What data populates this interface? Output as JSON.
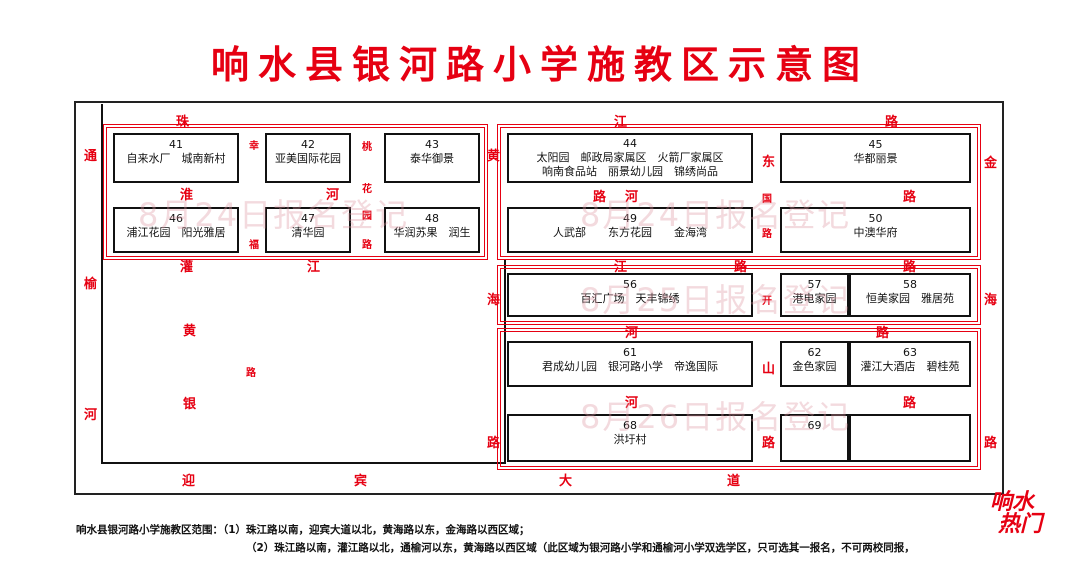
{
  "title": "响水县银河路小学施教区示意图",
  "lots": {
    "l41": {
      "num": "41",
      "names": "自来水厂　城南新村"
    },
    "l42": {
      "num": "42",
      "names": "亚美国际花园"
    },
    "l43": {
      "num": "43",
      "names": "泰华御景"
    },
    "l44": {
      "num": "44",
      "names": "太阳园　邮政局家属区　火箭厂家属区",
      "names2": "响南食品站　丽景幼儿园　锦绣尚品"
    },
    "l45": {
      "num": "45",
      "names": "华都丽景"
    },
    "l46": {
      "num": "46",
      "names": "浦江花园　阳光雅居"
    },
    "l47": {
      "num": "47",
      "names": "清华园"
    },
    "l48": {
      "num": "48",
      "names": "华润苏果　润生"
    },
    "l49": {
      "num": "49",
      "names": "人武部　　东方花园　　金海湾"
    },
    "l50": {
      "num": "50",
      "names": "中澳华府"
    },
    "l56": {
      "num": "56",
      "names": "百汇广场　天丰锦绣"
    },
    "l57": {
      "num": "57",
      "names": "港电家园"
    },
    "l58": {
      "num": "58",
      "names": "恒美家园　雅居苑"
    },
    "l61": {
      "num": "61",
      "names": "君成幼儿园　银河路小学　帝逸国际"
    },
    "l62": {
      "num": "62",
      "names": "金色家园"
    },
    "l63": {
      "num": "63",
      "names": "灌江大酒店　碧桂苑"
    },
    "l68": {
      "num": "68",
      "names": "洪圩村"
    },
    "l69": {
      "num": "69",
      "names": ""
    }
  },
  "roads": {
    "zhu": "珠",
    "jiang": "江",
    "lu": "路",
    "tong": "通",
    "yu": "榆",
    "he": "河",
    "huang": "黄",
    "hai": "海",
    "dong": "东",
    "jin": "金",
    "guan": "灌",
    "yin": "银",
    "ying": "迎",
    "bin": "宾",
    "da": "大",
    "dao": "道",
    "xing": "幸",
    "fu": "福",
    "tao": "桃",
    "hua": "花",
    "yuan": "园",
    "huai": "淮",
    "kai": "开",
    "shan": "山",
    "guo": "国"
  },
  "watermarks": {
    "w1": "8月24日报名登记",
    "w2": "8月24日报名登记",
    "w3": "8月25日报名登记",
    "w4": "8月26日报名登记"
  },
  "notes": {
    "n1": "响水县银河路小学施教区范围：（1）珠江路以南，迎宾大道以北，黄海路以东，金海路以西区域；",
    "n2": "（2）珠江路以南，灌江路以北，通榆河以东，黄海路以西区域（此区域为银河路小学和通榆河小学双选学区，只可选其一报名，不可两校同报，"
  },
  "logo": {
    "line1": "响水",
    "line2": "热门"
  },
  "colors": {
    "red": "#e60012",
    "ink": "#111111"
  }
}
